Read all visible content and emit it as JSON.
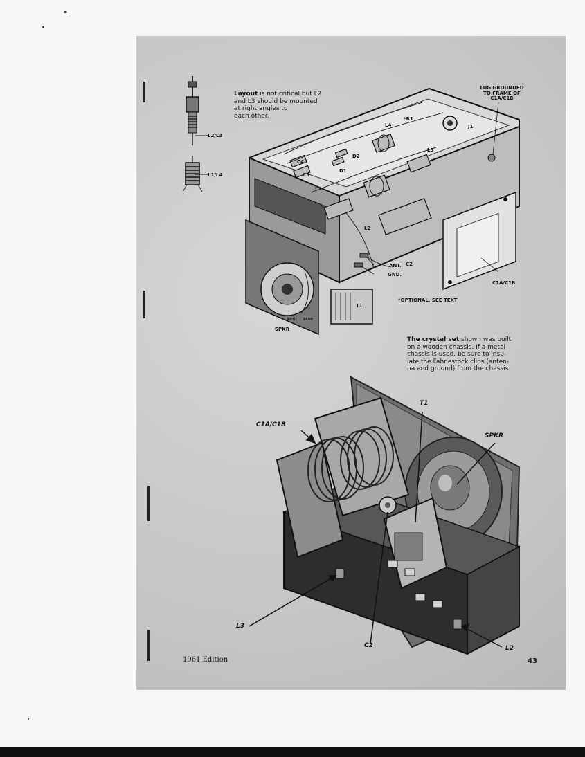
{
  "page": {
    "footer_edition": "1961 Edition",
    "page_number": "43"
  },
  "layout_caption": {
    "lead": "Layout",
    "lines": [
      "is not critical but L2",
      "and L3 should be mounted",
      "at right angles to",
      "each other."
    ]
  },
  "crystal_caption": {
    "lead": "The crystal set",
    "lines": [
      "shown was built",
      "on a wooden chassis. If a metal",
      "chassis is used, be sure to insu-",
      "late the Fahnestock clips (anten-",
      "na and ground) from the chassis."
    ]
  },
  "diagram_labels": {
    "l2_l3": "L2/L3",
    "l1_l4": "L1/L4",
    "lug_grounded_1": "LUG GROUNDED",
    "lug_grounded_2": "TO FRAME OF",
    "lug_grounded_3": "C1A/C1B",
    "r1": "*R1",
    "j1": "J1",
    "l4": "L4",
    "l3": "L3",
    "c4": "C4",
    "c3": "C3",
    "d2": "D2",
    "d1": "D1",
    "l1": "L1",
    "l2": "L2",
    "ant": "ANT.",
    "gnd": "GND.",
    "c2": "C2",
    "c1a_c1b": "C1A/C1B",
    "optional": "*OPTIONAL, SEE TEXT",
    "t1": "T1",
    "spkr": "SPKR",
    "red": "RED",
    "blue": "BLUE"
  },
  "photo_labels": {
    "t1": "T1",
    "spkr": "SPKR",
    "c1a_c1b": "C1A/C1B",
    "l3": "L3",
    "c2": "C2",
    "l2": "L2"
  }
}
